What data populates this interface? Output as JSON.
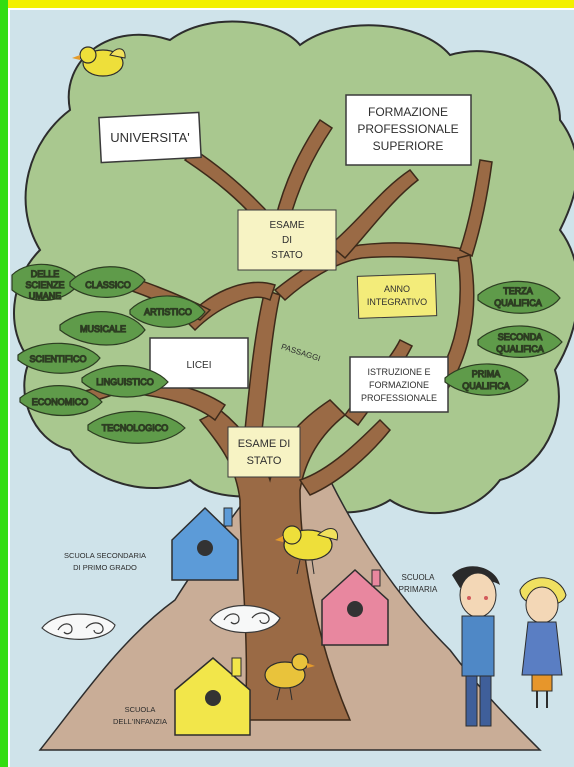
{
  "diagram": {
    "tree_labels": {
      "universita": "UNIVERSITA'",
      "formazione_sup": [
        "FORMAZIONE",
        "PROFESSIONALE",
        "SUPERIORE"
      ],
      "esame_stato_top": [
        "ESAME",
        "DI",
        "STATO"
      ],
      "anno_integrativo": [
        "ANNO",
        "INTEGRATIVO"
      ],
      "licei": "LICEI",
      "passaggi": "PASSAGGI",
      "istruzione": [
        "ISTRUZIONE E",
        "FORMAZIONE",
        "PROFESSIONALE"
      ],
      "esame_stato_bottom": [
        "ESAME DI",
        "STATO"
      ]
    },
    "liceo_leaves": [
      [
        "DELLE",
        "SCIENZE",
        "UMANE"
      ],
      [
        "CLASSICO"
      ],
      [
        "ARTISTICO"
      ],
      [
        "MUSICALE"
      ],
      [
        "SCIENTIFICO"
      ],
      [
        "LINGUISTICO"
      ],
      [
        "ECONOMICO"
      ],
      [
        "TECNOLOGICO"
      ]
    ],
    "qualifica_leaves": [
      [
        "TERZA",
        "QUALIFICA"
      ],
      [
        "SECONDA",
        "QUALIFICA"
      ],
      [
        "PRIMA",
        "QUALIFICA"
      ]
    ],
    "school_labels": {
      "secondaria": [
        "SCUOLA SECONDARIA",
        "DI PRIMO GRADO"
      ],
      "primaria": [
        "SCUOLA",
        "PRIMARIA"
      ],
      "infanzia": [
        "SCUOLA",
        "DELL'INFANZIA"
      ]
    },
    "colors": {
      "frame_top": "#f3f000",
      "frame_left": "#33dd11",
      "sky": "#cfe3ea",
      "canopy": "#a9c88f",
      "leaf": "#5f9b4a",
      "trunk": "#9a6a45",
      "ground": "#c9ad97",
      "note_yellow": "#f3ec7a",
      "house_blue": "#5c9bd8",
      "house_pink": "#e8879f",
      "house_yellow": "#f2e64a",
      "bird_yellow": "#eedf3a"
    }
  }
}
